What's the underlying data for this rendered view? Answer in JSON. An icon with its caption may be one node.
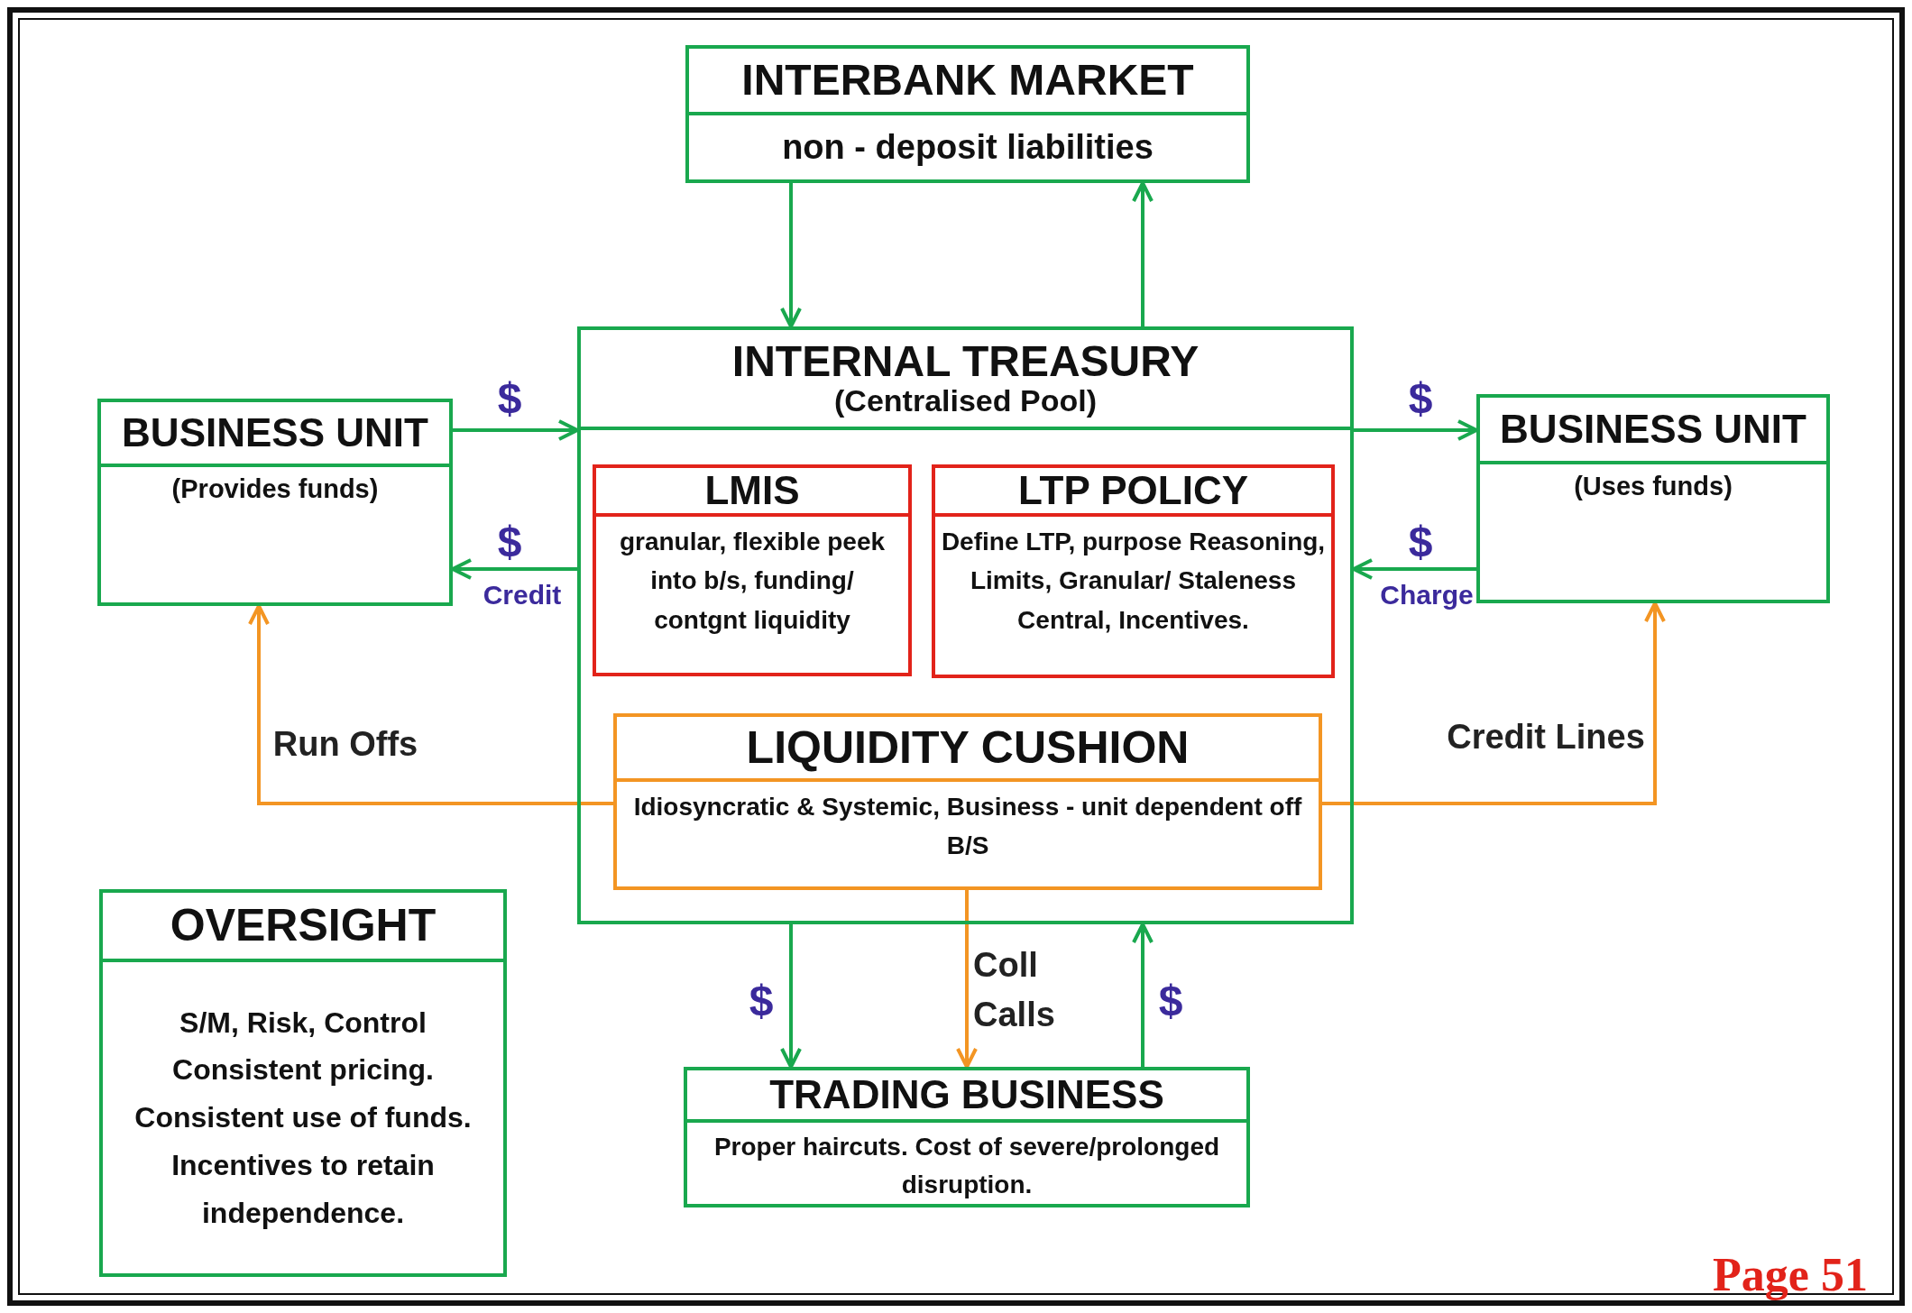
{
  "diagram": {
    "nodes": [
      {
        "text": [
          "INTERBANK MARKET",
          "non - deposit liabilities"
        ]
      },
      {
        "text": [
          "INTERNAL TREASURY",
          "(Centralised Pool)"
        ]
      },
      {
        "text": [
          "BUSINESS UNIT",
          "(Provides funds)"
        ]
      },
      {
        "text": [
          "BUSINESS UNIT",
          "(Uses funds)"
        ]
      },
      {
        "text": [
          "LMIS",
          "granular, flexible peek into b/s, funding/ contgnt liquidity"
        ],
        "in": 1
      },
      {
        "text": [
          "LTP POLICY",
          "Define LTP, purpose Reasoning, Limits, Granular/ Staleness Central, Incentives."
        ],
        "in": 1
      },
      {
        "text": [
          "LIQUIDITY CUSHION",
          "Idiosyncratic & Systemic, Business - unit dependent off B/S"
        ],
        "in": 1
      },
      {
        "text": [
          "OVERSIGHT",
          "S/M, Risk, Control Consistent pricing. Consistent use of funds. Incentives to retain independence."
        ]
      },
      {
        "text": [
          "TRADING BUSINESS",
          "Proper haircuts. Cost of severe/prolonged disruption."
        ]
      }
    ],
    "edges": [
      {
        "from": 0,
        "to": 1,
        "arrow": "to"
      },
      {
        "from": 1,
        "to": 0,
        "arrow": "to"
      },
      {
        "from": 2,
        "to": 1,
        "arrow": "to",
        "label": "$"
      },
      {
        "from": 1,
        "to": 3,
        "arrow": "to",
        "label": "$"
      },
      {
        "from": 1,
        "to": 2,
        "arrow": "to",
        "label": "$"
      },
      {
        "from": 3,
        "to": 1,
        "arrow": "to",
        "label": "$"
      },
      {
        "from": 6,
        "to": 2,
        "arrow": "to",
        "label": "Run Offs",
        "color": "#f39523"
      },
      {
        "from": 6,
        "to": 3,
        "arrow": "to",
        "label": "Credit Lines",
        "color": "#f39523"
      },
      {
        "from": 1,
        "to": 8,
        "arrow": "to",
        "label": "$"
      },
      {
        "from": 6,
        "to": 8,
        "arrow": "to",
        "label": "Coll Calls",
        "color": "#f39523"
      },
      {
        "from": 8,
        "to": 1,
        "arrow": "to",
        "label": "$"
      }
    ],
    "labels": [
      "Credit",
      "Charge",
      "Page 51"
    ]
  }
}
